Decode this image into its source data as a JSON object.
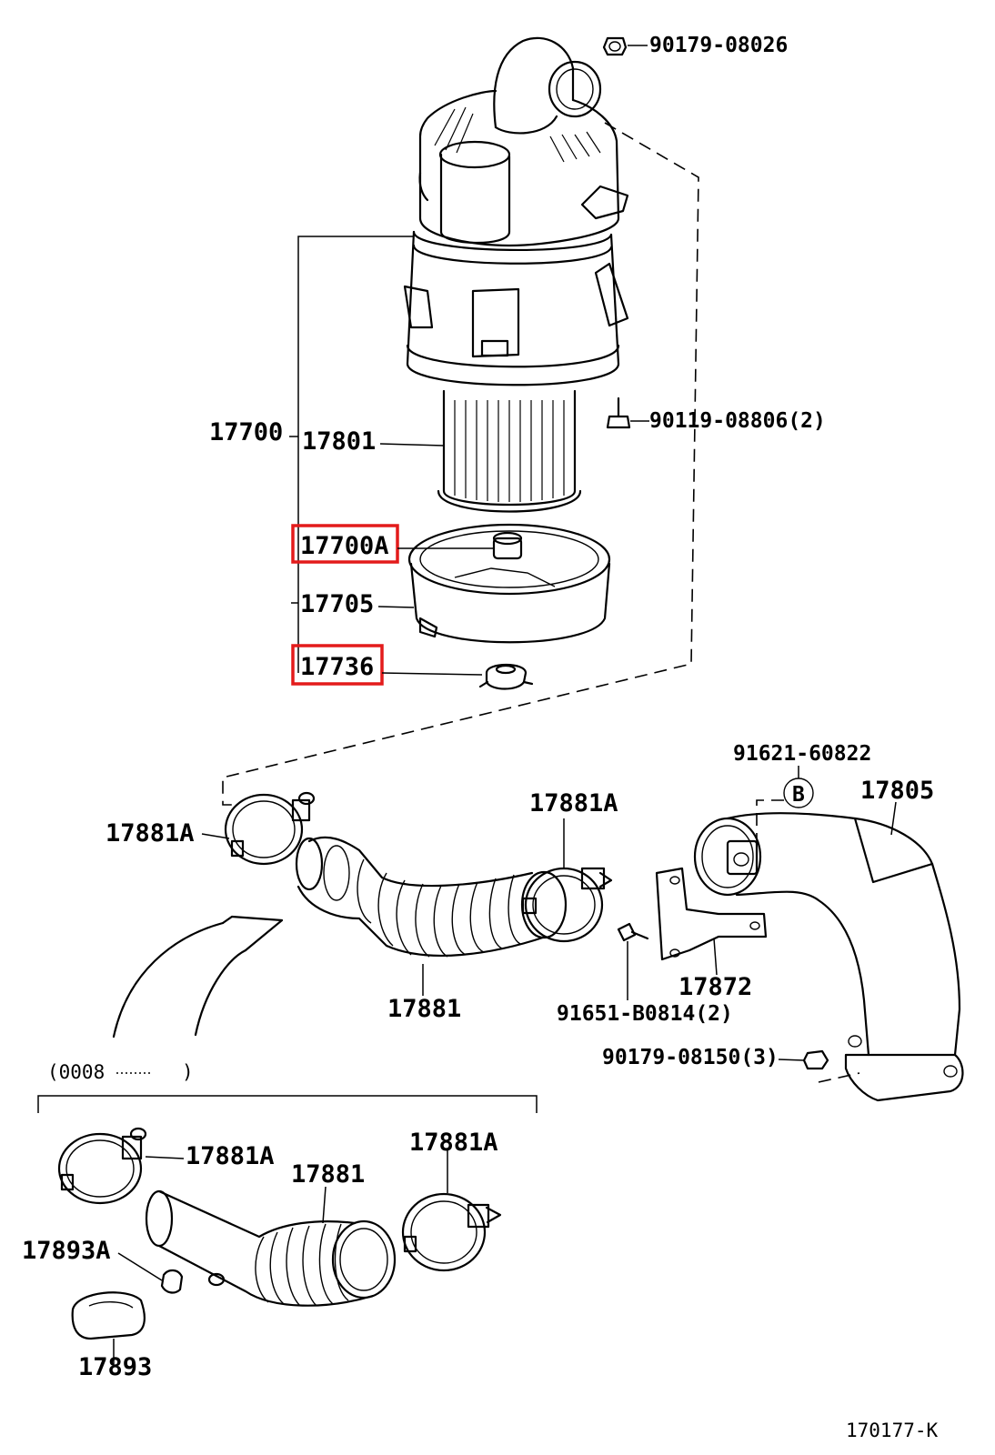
{
  "diagram": {
    "labels": {
      "nut_top": "90179-08026",
      "bolt_mid": "90119-08806(2)",
      "assy": "17700",
      "element": "17801",
      "cap_part": "17700A",
      "cap": "17705",
      "valve": "17736",
      "clip_ref": "91621-60822",
      "ref_b": "B",
      "duct": "17805",
      "clamp_left": "17881A",
      "clamp_right": "17881A",
      "hose": "17881",
      "bracket": "17872",
      "bolt_bracket": "91651-B0814(2)",
      "nut_duct": "90179-08150(3)",
      "variant_note": "(0008",
      "variant_note_end": ")",
      "v_clamp_left": "17881A",
      "v_clamp_right": "17881A",
      "v_hose": "17881",
      "v_clip": "17893A",
      "v_cap": "17893",
      "figure_code": "170177-K"
    },
    "highlighted": [
      "17700A",
      "17736"
    ],
    "highlight_color": "#e31b1b"
  }
}
